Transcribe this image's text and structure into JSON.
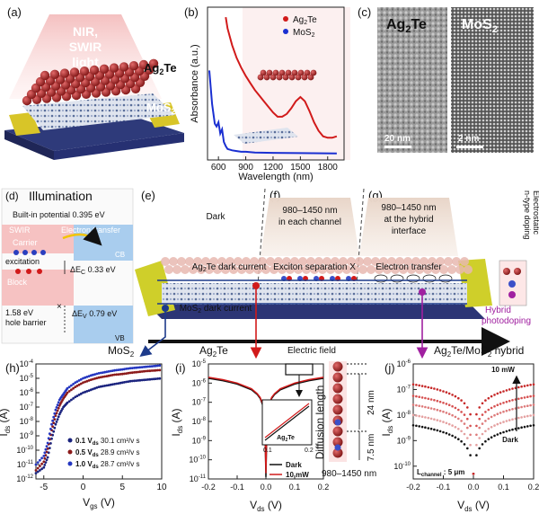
{
  "panels": {
    "a": {
      "label": "(a)",
      "light_line1": "NIR,",
      "light_line2": "SWIR",
      "light_line3": "light",
      "material_top": "Ag",
      "material_top_sub": "2",
      "material_top_end": "Te",
      "material_bottom": "MoS",
      "material_bottom_sub": "2"
    },
    "b": {
      "label": "(b)",
      "legend": [
        {
          "text": "Ag",
          "sub": "2",
          "end": "Te",
          "color": "#d11a1a"
        },
        {
          "text": "MoS",
          "sub": "2",
          "end": "",
          "color": "#1a2fd1"
        }
      ],
      "ylabel": "Absorbance (a.u.)",
      "xlabel": "Wavelength (nm)",
      "xticks": [
        "600",
        "900",
        "1200",
        "1500",
        "1800"
      ]
    },
    "c": {
      "label": "(c)",
      "left_title": "Ag",
      "left_title_sub": "2",
      "left_title_end": "Te",
      "right_title": "MoS",
      "right_title_sub": "2",
      "left_scale": "20 nm",
      "right_scale": "2 nm"
    },
    "d": {
      "label": "(d)",
      "title": "Illumination",
      "built_in": "Built-in potential 0.395 eV",
      "swir": "SWIR",
      "electron_transfer": "Electron transfer",
      "carrier": "Carrier",
      "excitation": "excitation",
      "cb": "CB",
      "delta_ec": "ΔE",
      "delta_ec_sub": "C",
      "delta_ec_val": " 0.33 eV",
      "block": "Block",
      "x_mark": "×",
      "gap": "1.58 eV",
      "delta_ev": "ΔE",
      "delta_ev_sub": "V",
      "delta_ev_val": " 0.79 eV",
      "hole_barrier": "hole barrier",
      "vb": "VB"
    },
    "e": {
      "label": "(e)",
      "dark": "Dark",
      "ag2te_dark": "Ag",
      "ag2te_dark_sub": "2",
      "ag2te_dark_end": "Te dark current",
      "mos2_dark": "MoS",
      "mos2_dark_sub": "2",
      "mos2_dark_end": " dark current",
      "electric_field": "Electric field",
      "mos2_label": "MoS",
      "mos2_label_sub": "2",
      "ag2te_label": "Ag",
      "ag2te_label_sub": "2",
      "ag2te_label_end": "Te",
      "hybrid_label": "Ag",
      "hybrid_label_sub": "2",
      "hybrid_label_end": "Te/MoS",
      "hybrid_label_sub2": "2",
      "hybrid_label_tail": " hybrid"
    },
    "f": {
      "label": "(f)",
      "line1": "980–1450 nm",
      "line2": "in each channel",
      "exciton": "Exciton separation X"
    },
    "g": {
      "label": "(g)",
      "line1": "980–1450 nm",
      "line2": "at the hybrid",
      "line3": "interface",
      "electron_transfer": "Electron transfer",
      "side1": "Electrostatic",
      "side2": "n-type doping",
      "hybrid1": "Hybrid",
      "hybrid2": "photodoping"
    },
    "h": {
      "label": "(h)",
      "ylabel": "I",
      "ylabel_sub": "ds",
      "ylabel_end": " (A)",
      "xlabel": "V",
      "xlabel_sub": "gs",
      "xlabel_end": " (V)",
      "xticks": [
        "-5",
        "0",
        "5",
        "10"
      ],
      "yticks": [
        "10",
        "10",
        "10",
        "10",
        "10",
        "10",
        "10",
        "10",
        "10"
      ],
      "yexps": [
        "-4",
        "-5",
        "-6",
        "-7",
        "-8",
        "-9",
        "-10",
        "-11",
        "-12"
      ],
      "legend": [
        {
          "v": "0.1",
          "unit": " V",
          "sub": "ds",
          "mob": " 30.1 cm²/v s",
          "color": "#1a237e"
        },
        {
          "v": "0.5",
          "unit": " V",
          "sub": "ds",
          "mob": " 28.9 cm²/v s",
          "color": "#8b1a1a"
        },
        {
          "v": "1.0",
          "unit": " V",
          "sub": "ds",
          "mob": " 28.7 cm²/v s",
          "color": "#2436c0"
        }
      ]
    },
    "i": {
      "label": "(i)",
      "ylabel": "I",
      "ylabel_sub": "ds",
      "ylabel_end": " (A)",
      "xlabel": "V",
      "xlabel_sub": "ds",
      "xlabel_end": " (V)",
      "xticks": [
        "-0.2",
        "-0.1",
        "0.0",
        "0.1",
        "0.2"
      ],
      "yexps": [
        "-5",
        "-6",
        "-7",
        "-8",
        "-9",
        "-10",
        "-11"
      ],
      "inset_xticks": [
        "0.1",
        "0.2"
      ],
      "inset_label": "Ag",
      "inset_label_sub": "2",
      "inset_label_end": "Te",
      "legend_dark": "Dark",
      "legend_light": "10 mW"
    },
    "diffusion": {
      "label": "Diffusion length",
      "d1": "24 nm",
      "d2": "7.5 nm",
      "wavelength": "980–1450 nm"
    },
    "j": {
      "label": "(j)",
      "ylabel": "I",
      "ylabel_sub": "ds",
      "ylabel_end": " (A)",
      "xlabel": "V",
      "xlabel_sub": "ds",
      "xlabel_end": " (V)",
      "xticks": [
        "-0.2",
        "-0.1",
        "0.0",
        "0.1",
        "0.2"
      ],
      "yexps": [
        "-6",
        "-7",
        "-8",
        "-9",
        "-10"
      ],
      "arrow_top": "10 mW",
      "arrow_bottom": "Dark",
      "channel": "L",
      "channel_sub": "channel",
      "channel_end": " : 5 μm"
    }
  },
  "chart_data": [
    {
      "type": "line",
      "panel": "b",
      "xlabel": "Wavelength (nm)",
      "ylabel": "Absorbance (a.u.)",
      "xlim": [
        480,
        1980
      ],
      "series": [
        {
          "name": "Ag2Te",
          "color": "#d11a1a",
          "x": [
            680,
            700,
            750,
            800,
            850,
            900,
            950,
            1000,
            1050,
            1100,
            1150,
            1200,
            1250,
            1300,
            1350,
            1400,
            1450,
            1500,
            1550,
            1600,
            1650,
            1700,
            1750,
            1800,
            1850,
            1900
          ],
          "y": [
            0.98,
            0.9,
            0.78,
            0.69,
            0.62,
            0.56,
            0.51,
            0.46,
            0.42,
            0.38,
            0.34,
            0.3,
            0.27,
            0.27,
            0.29,
            0.33,
            0.38,
            0.41,
            0.38,
            0.31,
            0.23,
            0.17,
            0.13,
            0.12,
            0.12,
            0.13
          ]
        },
        {
          "name": "MoS2",
          "color": "#1a2fd1",
          "x": [
            500,
            530,
            560,
            580,
            600,
            620,
            640,
            660,
            680,
            700,
            750,
            800,
            850,
            900,
            1000,
            1200,
            1500,
            1900
          ],
          "y": [
            0.6,
            0.36,
            0.22,
            0.2,
            0.23,
            0.15,
            0.18,
            0.09,
            0.06,
            0.04,
            0.03,
            0.025,
            0.02,
            0.02,
            0.015,
            0.012,
            0.01,
            0.008
          ]
        }
      ]
    },
    {
      "type": "scatter",
      "panel": "h",
      "xlabel": "Vgs (V)",
      "ylabel": "Ids (A)",
      "xlim": [
        -6,
        10
      ],
      "ylim_log10": [
        -12,
        -4
      ],
      "series": [
        {
          "name": "0.1 Vds",
          "color": "#1a237e",
          "x": [
            -6,
            -5,
            -4.5,
            -4,
            -3.5,
            -3,
            -2.5,
            -2,
            -1,
            0,
            1,
            2,
            3,
            4,
            5,
            6,
            7,
            8,
            9,
            10
          ],
          "y": [
            -11.6,
            -11.2,
            -10.5,
            -9.2,
            -8.2,
            -7.5,
            -7.0,
            -6.7,
            -6.3,
            -6.0,
            -5.8,
            -5.6,
            -5.5,
            -5.4,
            -5.3,
            -5.2,
            -5.15,
            -5.1,
            -5.05,
            -5.0
          ]
        },
        {
          "name": "0.5 Vds",
          "color": "#8b1a1a",
          "x": [
            -6,
            -5,
            -4.5,
            -4,
            -3.5,
            -3,
            -2.5,
            -2,
            -1,
            0,
            1,
            2,
            3,
            4,
            5,
            6,
            7,
            8,
            9,
            10
          ],
          "y": [
            -11.4,
            -10.8,
            -9.9,
            -8.6,
            -7.6,
            -6.9,
            -6.4,
            -6.0,
            -5.6,
            -5.3,
            -5.1,
            -4.95,
            -4.85,
            -4.75,
            -4.7,
            -4.62,
            -4.56,
            -4.5,
            -4.46,
            -4.42
          ]
        },
        {
          "name": "1.0 Vds",
          "color": "#2436c0",
          "x": [
            -6,
            -5,
            -4.5,
            -4,
            -3.5,
            -3,
            -2.5,
            -2,
            -1,
            0,
            1,
            2,
            3,
            4,
            5,
            6,
            7,
            8,
            9,
            10
          ],
          "y": [
            -11.0,
            -10.4,
            -9.5,
            -8.2,
            -7.2,
            -6.5,
            -6.1,
            -5.7,
            -5.3,
            -5.0,
            -4.8,
            -4.65,
            -4.55,
            -4.45,
            -4.38,
            -4.3,
            -4.25,
            -4.2,
            -4.15,
            -4.1
          ]
        }
      ]
    },
    {
      "type": "line",
      "panel": "i",
      "xlabel": "Vds (V)",
      "ylabel": "Ids (A)",
      "xlim": [
        -0.2,
        0.2
      ],
      "ylim_log10": [
        -11,
        -5
      ],
      "series": [
        {
          "name": "Dark",
          "color": "#111111",
          "x": [
            -0.2,
            -0.15,
            -0.1,
            -0.05,
            -0.03,
            -0.02,
            -0.01,
            -0.004,
            0,
            0.004,
            0.01,
            0.02,
            0.03,
            0.05,
            0.1,
            0.15,
            0.2
          ],
          "y": [
            -5.75,
            -5.87,
            -6.05,
            -6.35,
            -6.6,
            -6.8,
            -7.2,
            -7.8,
            -10.9,
            -7.8,
            -7.2,
            -6.8,
            -6.6,
            -6.35,
            -6.05,
            -5.87,
            -5.75
          ]
        },
        {
          "name": "10 mW",
          "color": "#d11a1a",
          "x": [
            -0.2,
            -0.15,
            -0.1,
            -0.05,
            -0.03,
            -0.02,
            -0.01,
            -0.004,
            0,
            0.004,
            0.01,
            0.02,
            0.03,
            0.05,
            0.1,
            0.15,
            0.2
          ],
          "y": [
            -5.7,
            -5.82,
            -6.0,
            -6.3,
            -6.55,
            -6.75,
            -7.15,
            -7.75,
            -10.7,
            -7.75,
            -7.15,
            -6.75,
            -6.55,
            -6.3,
            -6.0,
            -5.82,
            -5.7
          ]
        }
      ]
    },
    {
      "type": "scatter",
      "panel": "j",
      "xlabel": "Vds (V)",
      "ylabel": "Ids (A)",
      "xlim": [
        -0.2,
        0.2
      ],
      "ylim_log10": [
        -10.5,
        -6
      ],
      "series": [
        {
          "name": "Dark",
          "color": "#111111",
          "offset": -8.6
        },
        {
          "name": "",
          "color": "#e4a0a0",
          "offset": -8.2
        },
        {
          "name": "",
          "color": "#dd7a7a",
          "offset": -7.8
        },
        {
          "name": "",
          "color": "#d65050",
          "offset": -7.45
        },
        {
          "name": "10 mW",
          "color": "#c62828",
          "offset": -7.0
        }
      ]
    }
  ]
}
